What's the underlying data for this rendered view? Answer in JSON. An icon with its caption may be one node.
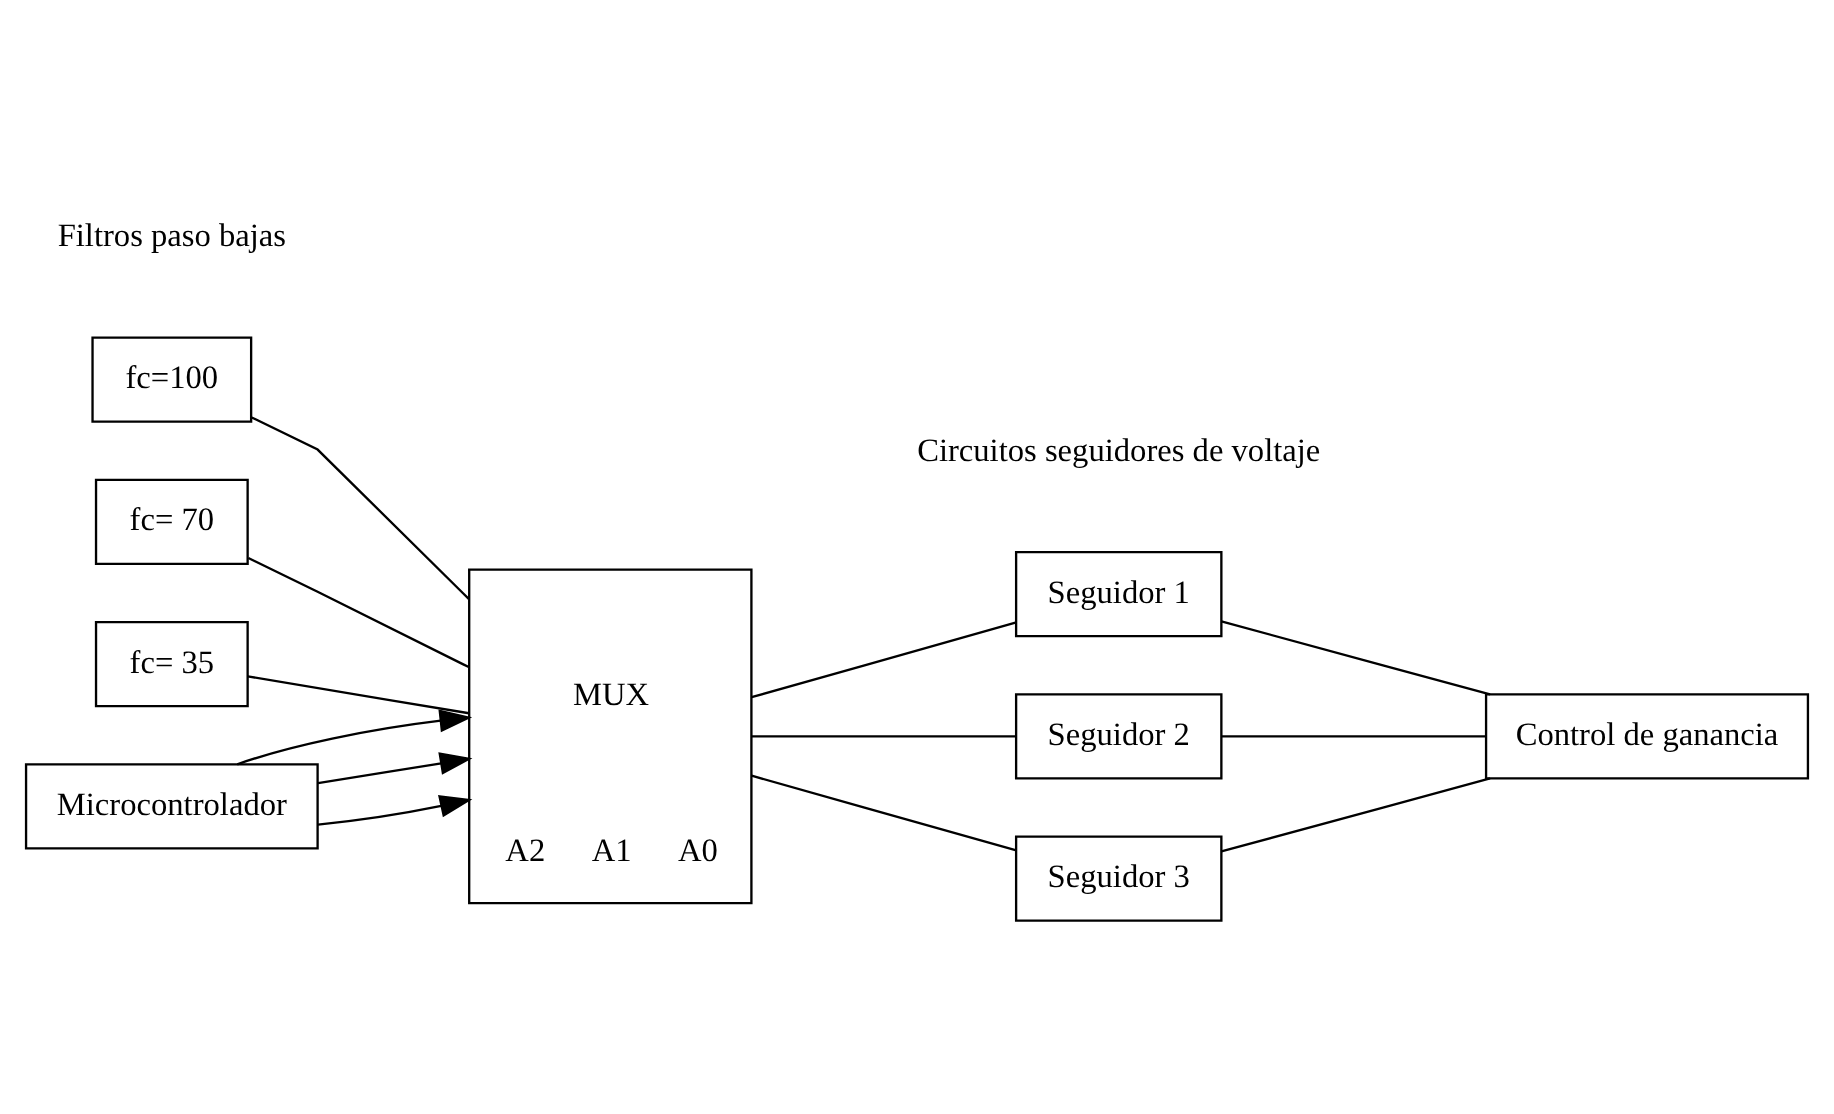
{
  "diagram": {
    "nodes": [
      {
        "text": [
          "fc=100"
        ]
      },
      {
        "text": [
          "fc= 70"
        ]
      },
      {
        "text": [
          "fc= 35"
        ]
      },
      {
        "text": [
          "MUX",
          "A2",
          "A1",
          "A0"
        ]
      },
      {
        "text": [
          "Seguidor 1"
        ]
      },
      {
        "text": [
          "Seguidor 2"
        ]
      },
      {
        "text": [
          "Seguidor 3"
        ]
      },
      {
        "text": [
          "Control de ganancia"
        ]
      },
      {
        "text": [
          "Microcontrolador"
        ]
      }
    ],
    "edges": [
      {
        "from": 0,
        "to": 3,
        "arrow": "none"
      },
      {
        "from": 1,
        "to": 3,
        "arrow": "none"
      },
      {
        "from": 2,
        "to": 3,
        "arrow": "none"
      },
      {
        "from": 3,
        "to": 4,
        "arrow": "none"
      },
      {
        "from": 3,
        "to": 5,
        "arrow": "none"
      },
      {
        "from": 3,
        "to": 6,
        "arrow": "none"
      },
      {
        "from": 4,
        "to": 7,
        "arrow": "none"
      },
      {
        "from": 5,
        "to": 7,
        "arrow": "none"
      },
      {
        "from": 6,
        "to": 7,
        "arrow": "none"
      },
      {
        "from": 8,
        "to": 3,
        "arrow": "to"
      },
      {
        "from": 8,
        "to": 3,
        "arrow": "to"
      },
      {
        "from": 8,
        "to": 3,
        "arrow": "to"
      }
    ],
    "labels": [
      "Filtros paso bajas",
      "Circuitos seguidores de voltaje"
    ]
  }
}
